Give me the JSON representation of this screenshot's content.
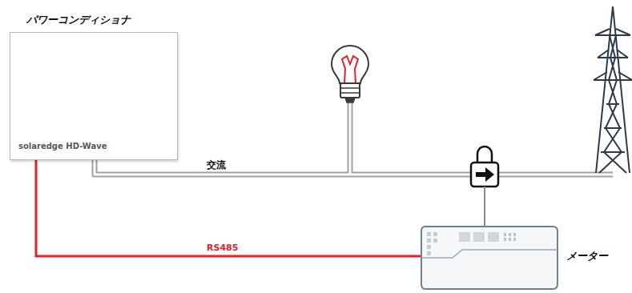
{
  "diagram": {
    "nodes": [
      {
        "text": [
          "パワーコンディショナ",
          "solaredge HD-Wave"
        ]
      },
      {
        "text": [
          "メーター"
        ]
      }
    ],
    "edges": [
      {
        "from": 0,
        "to": 1,
        "arrow": "none",
        "label": "RS485"
      }
    ],
    "labels": [
      "交流"
    ]
  }
}
